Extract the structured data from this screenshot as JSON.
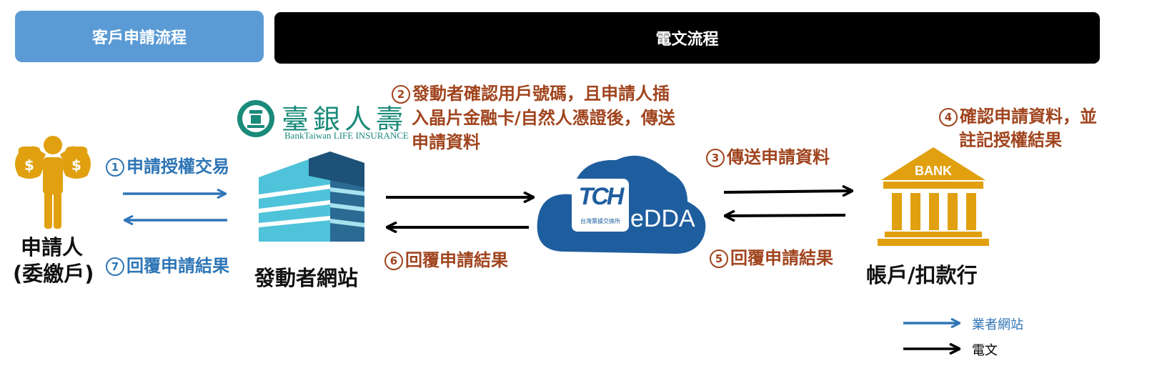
{
  "header": {
    "left_title": "客戶申請流程",
    "right_title": "電文流程"
  },
  "logo": {
    "chinese": "臺銀人壽",
    "english": "BankTaiwan LIFE INSURANCE"
  },
  "nodes": {
    "applicant": "申請人",
    "applicant_sub": "(委繳戶)",
    "initiator": "發動者網站",
    "edda_badge": "TCH",
    "edda_badge_sub": "台灣票據交換所",
    "edda": "eDDA",
    "bank_sign": "BANK",
    "bank": "帳戶/扣款行"
  },
  "steps": {
    "s1": {
      "num": "1",
      "text": "申請授權交易"
    },
    "s7": {
      "num": "7",
      "text": "回覆申請結果"
    },
    "s2": {
      "num": "2",
      "line1": "發動者確認用戶號碼，且申請人插",
      "line2": "入晶片金融卡/自然人憑證後，傳送",
      "line3": "申請資料"
    },
    "s6": {
      "num": "6",
      "text": "回覆申請結果"
    },
    "s3": {
      "num": "3",
      "text": "傳送申請資料"
    },
    "s5": {
      "num": "5",
      "text": "回覆申請結果"
    },
    "s4": {
      "num": "4",
      "line1": "確認申請資料，並",
      "line2": "註記授權結果"
    }
  },
  "legend": {
    "blue_label": "業者網站",
    "black_label": "電文"
  },
  "colors": {
    "header_blue": "#5b9bd5",
    "header_black": "#000000",
    "arrow_blue": "#2e75b6",
    "text_brown": "#a0441e",
    "gold": "#e0a010",
    "cloud": "#1f5e9e",
    "logo_green": "#1a8a7a"
  }
}
